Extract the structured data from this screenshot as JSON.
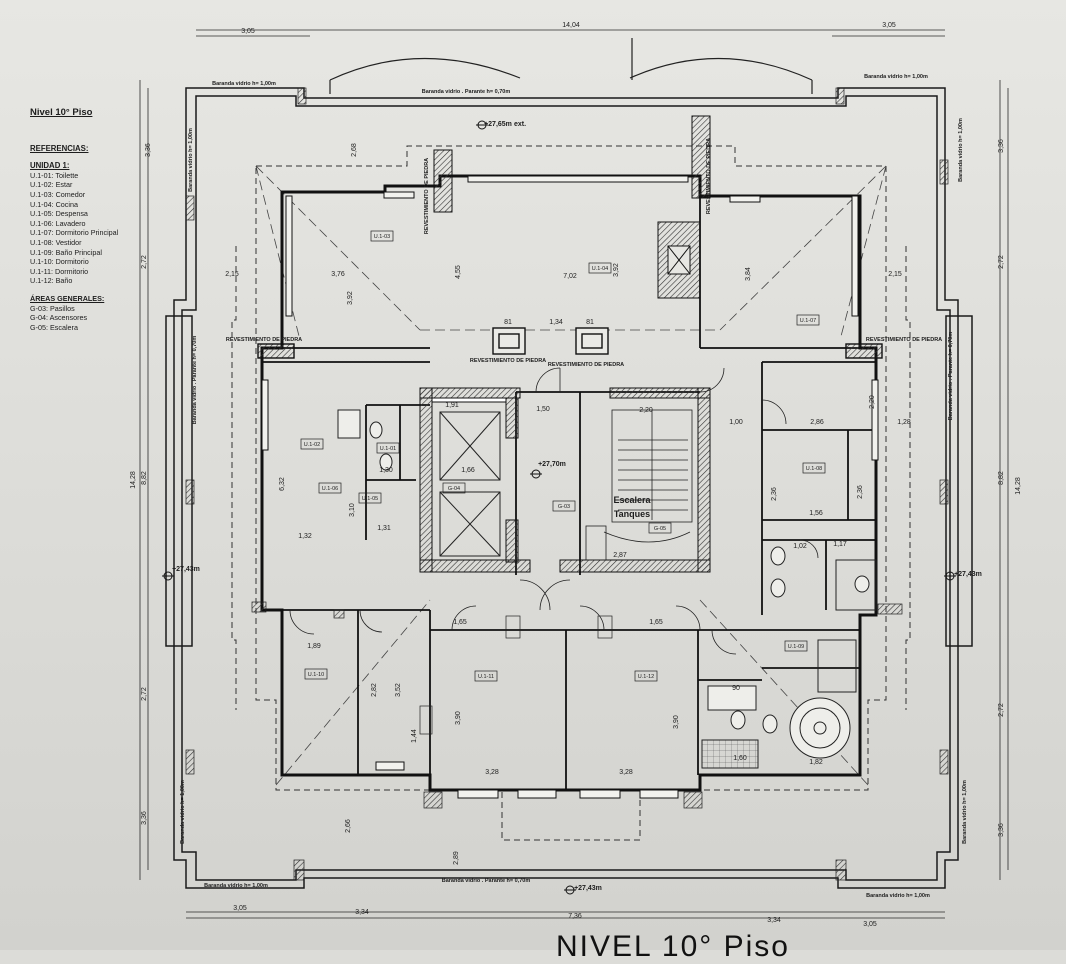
{
  "legend": {
    "title": "Nivel 10° Piso",
    "references_title": "REFERENCIAS:",
    "unit_title": "UNIDAD 1:",
    "unit_items": [
      "U.1-01: Toilette",
      "U.1-02: Estar",
      "U.1-03: Comedor",
      "U.1-04: Cocina",
      "U.1-05: Despensa",
      "U.1-06: Lavadero",
      "U.1-07: Dormitorio Principal",
      "U.1-08: Vestidor",
      "U.1-09: Baño Principal",
      "U.1-10: Dormitorio",
      "U.1-11: Dormitorio",
      "U.1-12: Baño"
    ],
    "general_title": "ÁREAS GENERALES:",
    "general_items": [
      "G-03: Pasillos",
      "G-04: Ascensores",
      "G-05: Escalera"
    ]
  },
  "dimensions": {
    "top_total": "14,04",
    "top_left": "3,05",
    "top_right": "3,05",
    "bottom_1": "3,05",
    "bottom_2": "3,34",
    "bottom_3": "7,36",
    "bottom_4": "3,34",
    "bottom_5": "3,05",
    "left_total": "14,28",
    "left_inner": "8,82",
    "left_top": "3,36",
    "left_mid_top": "2,72",
    "left_mid_bot": "2,72",
    "left_bottom": "3,36",
    "right_total": "14,28",
    "right_inner": "8,82",
    "right_top": "3,36",
    "right_mid_top": "2,72",
    "right_mid_bot": "2,72",
    "right_bottom": "3,36",
    "row_215_left": "2,15",
    "row_376": "3,76",
    "row_702": "7,02",
    "row_215_right": "2,15",
    "corridor_150": "1,50",
    "corridor_191": "1,91",
    "corridor_100": "1,00",
    "corridor_286": "2,86",
    "corridor_128": "1,28",
    "stair_220": "2,20",
    "stair_287": "2,87",
    "lift_166": "1,66",
    "w_132": "1,32",
    "w_131": "1,31",
    "w_130": "1,30",
    "w_156": "1,56",
    "w_117": "1,17",
    "w_102": "1,02",
    "w_189": "1,89",
    "w_165a": "1,65",
    "w_165b": "1,65",
    "w_328a": "3,28",
    "w_328b": "3,28",
    "w_160": "1,60",
    "w_182": "1,82",
    "w_090": "90",
    "w_134": "1,34",
    "w_081a": "81",
    "w_081b": "81",
    "h_392a": "3,92",
    "h_392b": "3,92",
    "h_455": "4,55",
    "h_384": "3,84",
    "h_268": "2,68",
    "h_266": "2,66",
    "h_289": "2,89",
    "h_390a": "3,90",
    "h_390b": "3,90",
    "h_352": "3,52",
    "h_282": "2,82",
    "h_236a": "2,36",
    "h_236b": "2,36",
    "h_220": "2,20",
    "h_144": "1,44",
    "h_310": "3,10",
    "h_632": "6,32"
  },
  "labels": {
    "baranda_left_top": "Baranda vidrio h= 1,00m",
    "baranda_right_top": "Baranda vidrio h= 1,00m",
    "baranda_top_center": "Baranda vidrio . Parante h= 0,70m",
    "baranda_bottom_left": "Baranda vidrio h= 1,00m",
    "baranda_bottom_center": "Baranda vidrio . Parante h= 0,70m",
    "baranda_bottom_right": "Baranda vidrio h= 1,00m",
    "baranda_side_lt": "Baranda vidrio h= 1,00m",
    "baranda_side_lm": "Baranda vidrio . Parante h= 0,70m",
    "baranda_side_lb": "Baranda vidrio h= 1,00m",
    "baranda_side_rt": "Baranda vidrio h= 1,00m",
    "baranda_side_rm": "Baranda vidrio . Parante h= 0,70m",
    "baranda_side_rb": "Baranda vidrio h= 1,00m",
    "stone_left": "REVESTIMIENTO DE PIEDRA",
    "stone_right": "REVESTIMIENTO DE PIEDRA",
    "stone_center_a": "REVESTIMIENTO DE PIEDRA",
    "stone_center_b": "REVESTIMIENTO DE PIEDRA",
    "stone_col_a": "REVESTIMIENTO DE PIEDRA",
    "stone_col_b": "REVESTIMIENTO DE PIEDRA",
    "stair_escalera": "Escalera",
    "stair_tanques": "Tanques",
    "level_top": "+27,65m",
    "level_top_suffix": "ext.",
    "level_center": "+27,70m",
    "level_left": "+27,43m",
    "level_right": "+27,43m",
    "level_bottom": "+27,43m",
    "bottom_title": "NIVEL 10° Piso"
  },
  "rooms": {
    "u103": "U.1-03",
    "u102": "U.1-02",
    "u104": "U.1-04",
    "u107": "U.1-07",
    "u101": "U.1-01",
    "u106": "U.1-06",
    "u105": "U.1-05",
    "g04": "G-04",
    "g03": "G-03",
    "g05": "G-05",
    "u108": "U.1-08",
    "u109": "U.1-09",
    "u110": "U.1-10",
    "u111": "U.1-11",
    "u112": "U.1-12"
  }
}
